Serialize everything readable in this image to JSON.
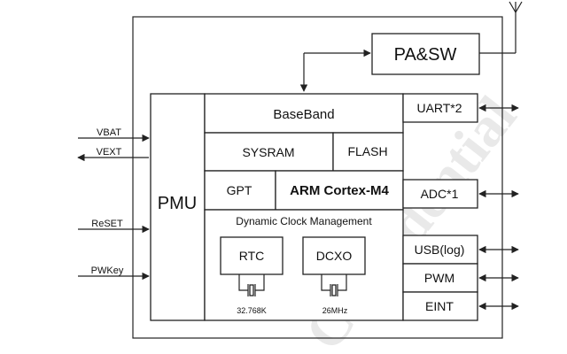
{
  "diagram": {
    "watermark": "Confidential",
    "blocks": {
      "pa_sw": "PA&SW",
      "baseband": "BaseBand",
      "sysram": "SYSRAM",
      "flash": "FLASH",
      "gpt": "GPT",
      "cpu": "ARM Cortex-M4",
      "dcm": "Dynamic Clock Management",
      "pmu": "PMU",
      "rtc": "RTC",
      "dcxo": "DCXO"
    },
    "crystals": {
      "rtc": "32.768K",
      "dcxo": "26MHz"
    },
    "left_signals": [
      "VBAT",
      "VEXT",
      "ReSET",
      "PWKey"
    ],
    "right_interfaces": [
      "UART*2",
      "ADC*1",
      "USB(log)",
      "PWM",
      "EINT"
    ]
  }
}
